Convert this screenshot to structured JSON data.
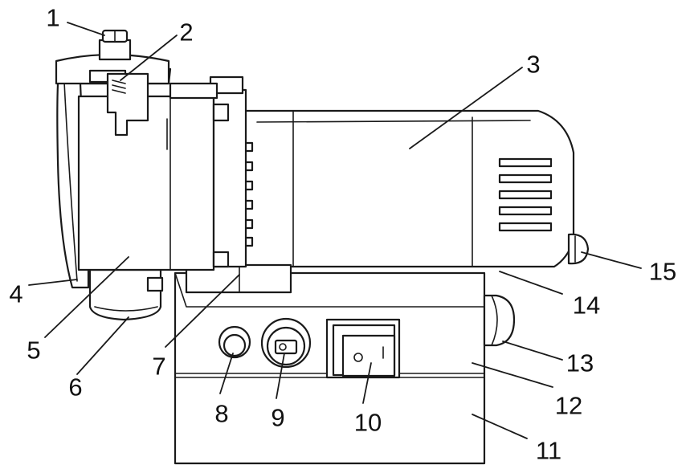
{
  "diagram": {
    "callouts": [
      {
        "id": "1",
        "text": "1"
      },
      {
        "id": "2",
        "text": "2"
      },
      {
        "id": "3",
        "text": "3"
      },
      {
        "id": "4",
        "text": "4"
      },
      {
        "id": "5",
        "text": "5"
      },
      {
        "id": "6",
        "text": "6"
      },
      {
        "id": "7",
        "text": "7"
      },
      {
        "id": "8",
        "text": "8"
      },
      {
        "id": "9",
        "text": "9"
      },
      {
        "id": "10",
        "text": "10"
      },
      {
        "id": "11",
        "text": "11"
      },
      {
        "id": "12",
        "text": "12"
      },
      {
        "id": "13",
        "text": "13"
      },
      {
        "id": "14",
        "text": "14"
      },
      {
        "id": "15",
        "text": "15"
      }
    ]
  },
  "colors": {
    "line": "#1a1a1a",
    "background": "#ffffff"
  }
}
